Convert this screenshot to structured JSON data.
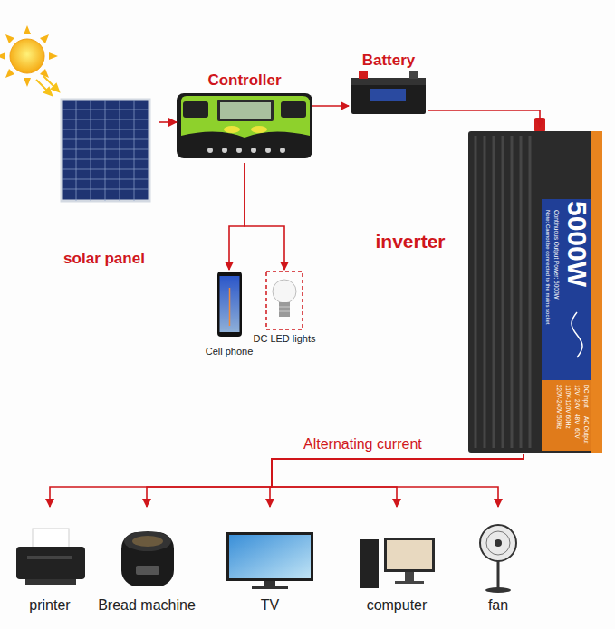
{
  "diagram": {
    "nodes": [
      {
        "text": [
          "solar panel"
        ]
      },
      {
        "text": [
          "Controller"
        ]
      },
      {
        "text": [
          "Battery"
        ]
      },
      {
        "text": [
          "inverter",
          "5000W"
        ]
      },
      {
        "text": [
          "Cell phone"
        ]
      },
      {
        "text": [
          "DC LED lights"
        ]
      },
      {
        "text": [
          "printer"
        ]
      },
      {
        "text": [
          "Bread machine"
        ]
      },
      {
        "text": [
          "TV"
        ]
      },
      {
        "text": [
          "computer"
        ]
      },
      {
        "text": [
          "fan"
        ]
      }
    ],
    "edges": [
      {
        "from": 0,
        "to": 1,
        "arrow": "to"
      },
      {
        "from": 1,
        "to": 2,
        "arrow": "to"
      },
      {
        "from": 2,
        "to": 3,
        "arrow": "to"
      },
      {
        "from": 1,
        "to": 4,
        "arrow": "to"
      },
      {
        "from": 1,
        "to": 5,
        "arrow": "to"
      },
      {
        "from": 3,
        "to": 6,
        "label": "Alternating current",
        "arrow": "to"
      },
      {
        "from": 3,
        "to": 7,
        "arrow": "to"
      },
      {
        "from": 3,
        "to": 8,
        "arrow": "to"
      },
      {
        "from": 3,
        "to": 9,
        "arrow": "to"
      },
      {
        "from": 3,
        "to": 10,
        "arrow": "to"
      }
    ],
    "labels": [
      "Continuous Output Power: 5000W",
      "Note: Cannot be connected to the mains socket",
      "DC Input",
      "AC Output",
      "12V",
      "24V",
      "48V",
      "60V",
      "110V-120V 60Hz",
      "220V-240V 50Hz"
    ]
  }
}
